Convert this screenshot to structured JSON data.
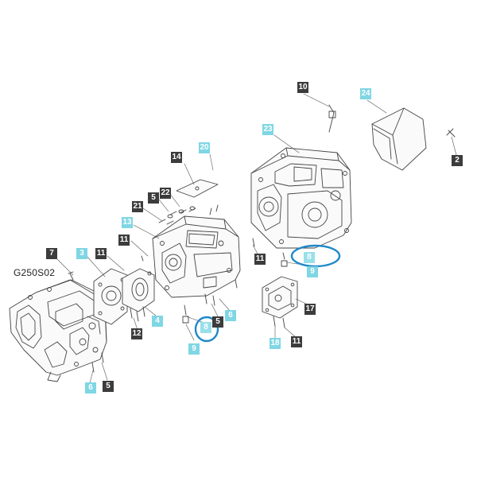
{
  "diagram": {
    "code": "G250S02",
    "callouts": [
      {
        "id": "c10",
        "label": "10",
        "style": "dark"
      },
      {
        "id": "c24",
        "label": "24",
        "style": "cyan"
      },
      {
        "id": "c23",
        "label": "23",
        "style": "cyan"
      },
      {
        "id": "c2",
        "label": "2",
        "style": "dark"
      },
      {
        "id": "c14",
        "label": "14",
        "style": "dark"
      },
      {
        "id": "c20",
        "label": "20",
        "style": "cyan"
      },
      {
        "id": "c5a",
        "label": "5",
        "style": "dark"
      },
      {
        "id": "c22",
        "label": "22",
        "style": "dark"
      },
      {
        "id": "c21",
        "label": "21",
        "style": "dark"
      },
      {
        "id": "c13",
        "label": "13",
        "style": "cyan"
      },
      {
        "id": "c11a",
        "label": "11",
        "style": "dark"
      },
      {
        "id": "c7",
        "label": "7",
        "style": "dark"
      },
      {
        "id": "c3",
        "label": "3",
        "style": "cyan"
      },
      {
        "id": "c11b",
        "label": "11",
        "style": "dark"
      },
      {
        "id": "c11c",
        "label": "11",
        "style": "dark"
      },
      {
        "id": "c8a",
        "label": "8",
        "style": "cyan"
      },
      {
        "id": "c9a",
        "label": "9",
        "style": "cyan"
      },
      {
        "id": "c17",
        "label": "17",
        "style": "dark"
      },
      {
        "id": "c4",
        "label": "4",
        "style": "cyan"
      },
      {
        "id": "c12",
        "label": "12",
        "style": "dark"
      },
      {
        "id": "c5b",
        "label": "5",
        "style": "dark"
      },
      {
        "id": "c6a",
        "label": "6",
        "style": "cyan"
      },
      {
        "id": "c8b",
        "label": "8",
        "style": "cyan"
      },
      {
        "id": "c9b",
        "label": "9",
        "style": "cyan"
      },
      {
        "id": "c18",
        "label": "18",
        "style": "cyan"
      },
      {
        "id": "c11d",
        "label": "11",
        "style": "dark"
      },
      {
        "id": "c6b",
        "label": "6",
        "style": "cyan"
      },
      {
        "id": "c5c",
        "label": "5",
        "style": "dark"
      }
    ]
  },
  "colors": {
    "dark_callout": "#3c3c3c",
    "cyan_callout": "#7fd6e4",
    "highlight_ring": "#1e88c8",
    "line_art": "#444444"
  }
}
